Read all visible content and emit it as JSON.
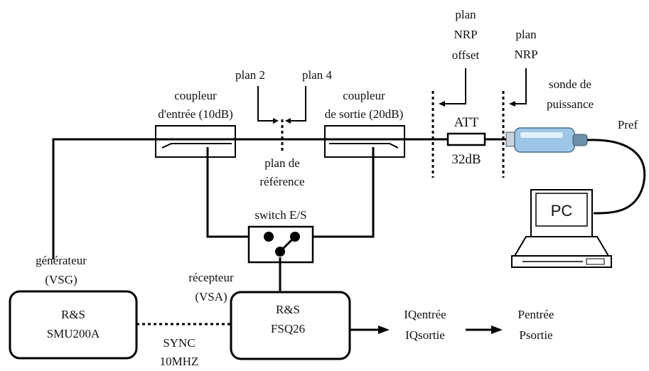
{
  "labels": {
    "plan_nrp_offset": [
      "plan",
      "NRP",
      "offset"
    ],
    "plan_nrp": [
      "plan",
      "NRP"
    ],
    "plan2": "plan 2",
    "plan4": "plan 4",
    "coupleur_entree": [
      "coupleur",
      "d'entrée (10dB)"
    ],
    "coupleur_sortie": [
      "coupleur",
      "de sortie (20dB)"
    ],
    "sonde": [
      "sonde de",
      "puissance"
    ],
    "pref": "Pref",
    "att": "ATT",
    "att_value": "32dB",
    "plan_reference": [
      "plan de",
      "référence"
    ],
    "switch": "switch E/S",
    "pc": "PC",
    "generateur": [
      "générateur",
      "(VSG)"
    ],
    "recepteur": [
      "récepteur",
      "(VSA)"
    ],
    "smu": [
      "R&S",
      "SMU200A"
    ],
    "fsq": [
      "R&S",
      "FSQ26"
    ],
    "sync": [
      "SYNC",
      "10MHZ"
    ],
    "iq": [
      "IQentrée",
      "IQsortie"
    ],
    "power": [
      "Pentrée",
      "Psortie"
    ]
  }
}
